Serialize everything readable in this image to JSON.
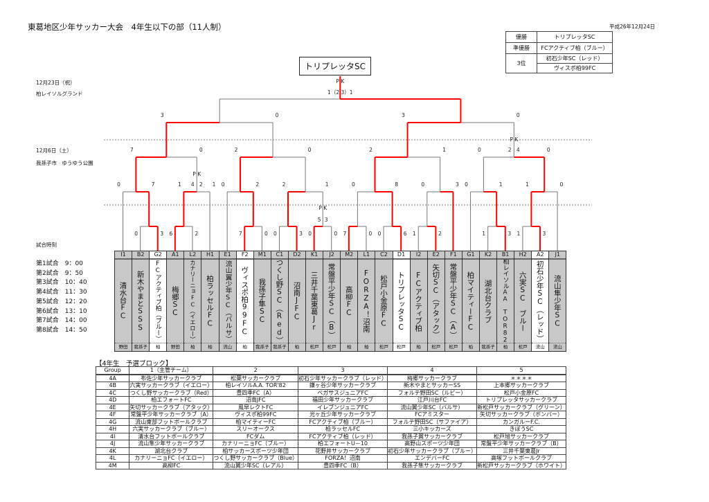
{
  "title": "東葛地区少年サッカー大会　4年生以下の部（11人制）",
  "issue_date": "平成26年12月24日",
  "results": {
    "champion_label": "優勝",
    "champion": "トリプレッタSC",
    "runnerup_label": "準優勝",
    "runnerup": "FCアクティブ柏（ブルー）",
    "third_label": "3位",
    "third": [
      "初石少年SC（レッド）",
      "ヴィスポ柏99FC"
    ]
  },
  "champion_box": "トリプレッタSC",
  "venues": {
    "final_date": "12月23日（祝）",
    "final_venue": "柏レイソルグランド",
    "early_date": "12月6日（土）",
    "early_venue": "我孫子市　ゆうゆう公園"
  },
  "schedule": {
    "heading": "試合時刻",
    "items": [
      "第1試合　9：00",
      "第2試合　9：50",
      "第3試合　10：40",
      "第4試合　11：30",
      "第5試合　12：20",
      "第6試合　13：10",
      "第7試合　14：00",
      "第8試合　14：50"
    ]
  },
  "pk_label": "P K",
  "final_score_text": "1（2 3）1",
  "teams": [
    {
      "code": "I1",
      "name": "清水台FC",
      "loc": "野田"
    },
    {
      "code": "B2",
      "name": "新木やまとSSS",
      "loc": "我孫子"
    },
    {
      "code": "G2",
      "name": "FCアクティブ柏（ブルー）",
      "loc": "柏",
      "hl": true
    },
    {
      "code": "A1",
      "name": "梅郷SC",
      "loc": "野田"
    },
    {
      "code": "L2",
      "name": "カナリーニョFC（イエロー）",
      "loc": "柏"
    },
    {
      "code": "H1",
      "name": "柏ラッセルFC",
      "loc": "柏"
    },
    {
      "code": "E1",
      "name": "流山翼少年SC（バルサ）",
      "loc": "流山"
    },
    {
      "code": "F2",
      "name": "ヴィスポ柏99FC",
      "loc": "柏",
      "hl": true
    },
    {
      "code": "M1",
      "name": "我孫子隼SC",
      "loc": "我孫子"
    },
    {
      "code": "C1",
      "name": "つくし野SC（Red）",
      "loc": "我孫子"
    },
    {
      "code": "D2",
      "name": "沼南JFC",
      "loc": "柏"
    },
    {
      "code": "K1",
      "name": "三井千葉東葛Jr",
      "loc": "松戸"
    },
    {
      "code": "J2",
      "name": "常盤平少年SC（B）",
      "loc": "松戸"
    },
    {
      "code": "M2",
      "name": "高柳FC",
      "loc": "柏"
    },
    {
      "code": "L1",
      "name": "FORZA！沼南",
      "loc": "柏"
    },
    {
      "code": "C2",
      "name": "松戸小金原FC",
      "loc": "松戸"
    },
    {
      "code": "D1",
      "name": "トリプレッタSC",
      "loc": "松戸",
      "hl": true
    },
    {
      "code": "I2",
      "name": "FCアクティブ柏",
      "loc": "柏"
    },
    {
      "code": "E2",
      "name": "矢切SC（アタック）",
      "loc": "松戸"
    },
    {
      "code": "F1",
      "name": "常盤平少年SC（A）",
      "loc": "松戸"
    },
    {
      "code": "G1",
      "name": "柏マイティーFC",
      "loc": "柏"
    },
    {
      "code": "K2",
      "name": "湖北台クラブ",
      "loc": "我孫子"
    },
    {
      "code": "B1",
      "name": "柏レイソルAA　TOR82",
      "loc": "柏"
    },
    {
      "code": "H2",
      "name": "六実SC　ブルー",
      "loc": "松戸"
    },
    {
      "code": "A2",
      "name": "初石少年SC（レッド）",
      "loc": "流山",
      "hl": true
    },
    {
      "code": "J1",
      "name": "流山隼少年SC",
      "loc": "流山"
    }
  ],
  "matches": [
    {
      "id": "m1",
      "round": 1,
      "l": 1,
      "r": 2,
      "w": "r",
      "s": [
        0,
        3
      ]
    },
    {
      "id": "m2",
      "round": 1,
      "l": 3,
      "r": 4,
      "w": "l",
      "s": [
        6,
        2
      ]
    },
    {
      "id": "m3",
      "round": 1,
      "l": 7,
      "r": 8,
      "w": "l",
      "s": [
        7,
        0
      ]
    },
    {
      "id": "m4",
      "round": 1,
      "l": 9,
      "r": 10,
      "w": "r",
      "s": [
        0,
        3
      ]
    },
    {
      "id": "m5",
      "round": 1,
      "l": 11,
      "r": 12,
      "w": "l",
      "s": [
        0,
        0
      ],
      "pk": [
        5,
        3
      ]
    },
    {
      "id": "m6",
      "round": 1,
      "l": 13,
      "r": 14,
      "w": "l",
      "s": [
        7,
        0
      ]
    },
    {
      "id": "m7",
      "round": 1,
      "l": 15,
      "r": 16,
      "w": "r",
      "s": [
        0,
        6
      ]
    },
    {
      "id": "m8",
      "round": 1,
      "l": 17,
      "r": 18,
      "w": "r",
      "s": [
        1,
        2
      ]
    },
    {
      "id": "m9",
      "round": 1,
      "l": 21,
      "r": 22,
      "w": "r",
      "s": [
        1,
        3
      ]
    },
    {
      "id": "m10",
      "round": 1,
      "l": 23,
      "r": 24,
      "w": "r",
      "s": [
        1,
        3
      ]
    },
    {
      "id": "n1",
      "round": 2,
      "l": 0,
      "r": "m1",
      "w": "r",
      "s": [
        0,
        7
      ]
    },
    {
      "id": "n2",
      "round": 2,
      "l": "m2",
      "r": 5,
      "w": "l",
      "s": [
        1,
        1
      ],
      "pk": [
        4,
        2
      ]
    },
    {
      "id": "n3",
      "round": 2,
      "l": 6,
      "r": "m3",
      "w": "r",
      "s": [
        0,
        2
      ]
    },
    {
      "id": "n4",
      "round": 2,
      "l": "m4",
      "r": "m5",
      "w": "l",
      "s": [
        2,
        1
      ]
    },
    {
      "id": "n5",
      "round": 2,
      "l": "m6",
      "r": "m7",
      "w": "r",
      "s": [
        0,
        8
      ]
    },
    {
      "id": "n6",
      "round": 2,
      "l": "m8",
      "r": 19,
      "w": "r",
      "s": [
        0,
        3
      ]
    },
    {
      "id": "n7",
      "round": 2,
      "l": 20,
      "r": "m9",
      "w": "r",
      "s": [
        0,
        1
      ]
    },
    {
      "id": "n8",
      "round": 2,
      "l": "m10",
      "r": 25,
      "w": "l",
      "s": [
        1,
        0
      ]
    },
    {
      "id": "o1",
      "round": 3,
      "l": "n1",
      "r": "n2",
      "w": "l",
      "s": [
        7,
        0
      ]
    },
    {
      "id": "o2",
      "round": 3,
      "l": "n3",
      "r": "n4",
      "w": "l",
      "s": [
        2,
        0
      ]
    },
    {
      "id": "o3",
      "round": 3,
      "l": "n5",
      "r": "n6",
      "w": "l",
      "s": [
        2,
        1
      ]
    },
    {
      "id": "o4",
      "round": 3,
      "l": "n7",
      "r": "n8",
      "w": "r",
      "s": [
        0,
        0
      ],
      "pk": [
        2,
        4
      ]
    },
    {
      "id": "p1",
      "round": 4,
      "l": "o1",
      "r": "o2",
      "w": "l",
      "s": [
        3,
        0
      ]
    },
    {
      "id": "p2",
      "round": 4,
      "l": "o3",
      "r": "o4",
      "w": "l",
      "s": [
        3,
        0
      ]
    },
    {
      "id": "f",
      "round": 5,
      "l": "p1",
      "r": "p2",
      "w": "r",
      "s": [
        1,
        1
      ],
      "pk": [
        2,
        3
      ]
    }
  ],
  "groups": {
    "title": "【4年生　予選ブロック】",
    "headers": [
      "Group",
      "1（主管チーム）",
      "2",
      "3",
      "4",
      "5"
    ],
    "rows": [
      [
        "4A",
        "布佐少年サッカークラブ",
        "松葉サッカークラブ",
        "初石少年サッカークラブ（レッド）",
        "梅郷サッカークラブ",
        "＊＊＊＊"
      ],
      [
        "4B",
        "六実サッカークラブ（イエロー）",
        "柏レイソルA.A. TOR'82",
        "鎌ヶ谷少年サッカークラブ",
        "新木やまとサッカーSS",
        "上本郷サッカークラブ"
      ],
      [
        "4C",
        "つくし野サッカークラブ（Red）",
        "豊四季FC（A）",
        "ベガサスジュニアFC",
        "フォルテ野田SC（ルビー）",
        "松戸小金原FC"
      ],
      [
        "4D",
        "柏エフォートFC",
        "沼南JFC",
        "福田少年サッカークラブ",
        "江戸川台FC",
        "トリプレッタサッカークラブ"
      ],
      [
        "4E",
        "矢切サッカークラブ（アタック）",
        "風早レクトFC",
        "イレブンジュニアFC",
        "流山翼少年SC（バルサ）",
        "新松戸サッカークラブ（グリーン）"
      ],
      [
        "4F",
        "常盤平少年サッカークラブ（A）",
        "ヴィスポ柏99FC",
        "光ヶ丘少年サッカークラブ",
        "FCアミスター",
        "矢切サッカークラブ（ボンバー）"
      ],
      [
        "4G",
        "流山東部フットボールクラブ",
        "柏マイティーFC",
        "FCアクティブ柏（ブルー）",
        "フォルテ野田SC（サファイア）",
        "カンガルーF.C."
      ],
      [
        "4H",
        "六実サッカークラブ（ブルー）",
        "スリーオークス",
        "柏ラッセルFC",
        "三小キッカーズ",
        "きぼうSC"
      ],
      [
        "4I",
        "清水台フットボールクラブ",
        "FCダム",
        "FCアクティブ柏（レッド）",
        "我孫子翼サッカークラブ",
        "松戸旭サッカークラブ"
      ],
      [
        "4J",
        "流山隼少年サッカークラブ",
        "カナリーニョFC（ブルー）",
        "柏エフォートU－10",
        "高野山スポーツ少年団",
        "常盤平少年サッカークラブ（B）"
      ],
      [
        "4K",
        "湖北台クラブ",
        "柏サッカースポーツ少年団",
        "花野井サッカークラブ",
        "初石少年サッカークラブ（ブルー）",
        "三井千葉東葛Jr"
      ],
      [
        "4L",
        "カナリーニョFC（イエロー）",
        "つくし野サッカークラブ（Blue）",
        "FORZA！沼南",
        "エンデバーFC",
        "高塚フットボールクラブ"
      ],
      [
        "4M",
        "高柳FC",
        "流山翼少年SC（レアル）",
        "豊四季FC（B）",
        "我孫子隼サッカークラブ",
        "新松戸サッカークラブ（ホワイト）"
      ]
    ]
  },
  "colors": {
    "winner_line": "#ff0000",
    "line": "#777777",
    "team_bg": "#c8c8c8",
    "highlight_bg": "#ffffff"
  }
}
